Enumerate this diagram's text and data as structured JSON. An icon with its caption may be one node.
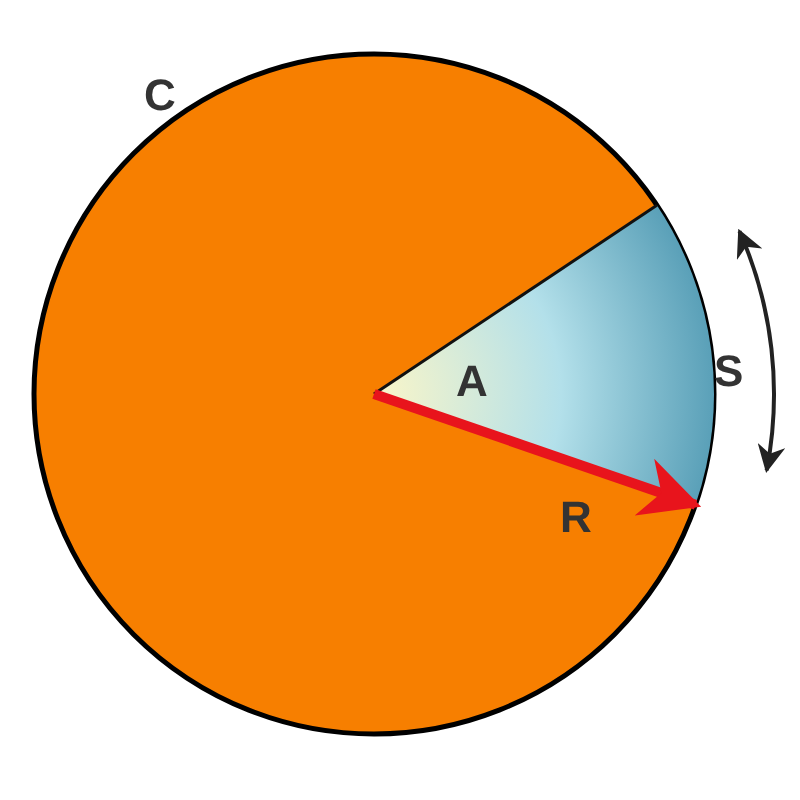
{
  "diagram": {
    "labels": [
      "C",
      "A",
      "S",
      "R"
    ]
  }
}
